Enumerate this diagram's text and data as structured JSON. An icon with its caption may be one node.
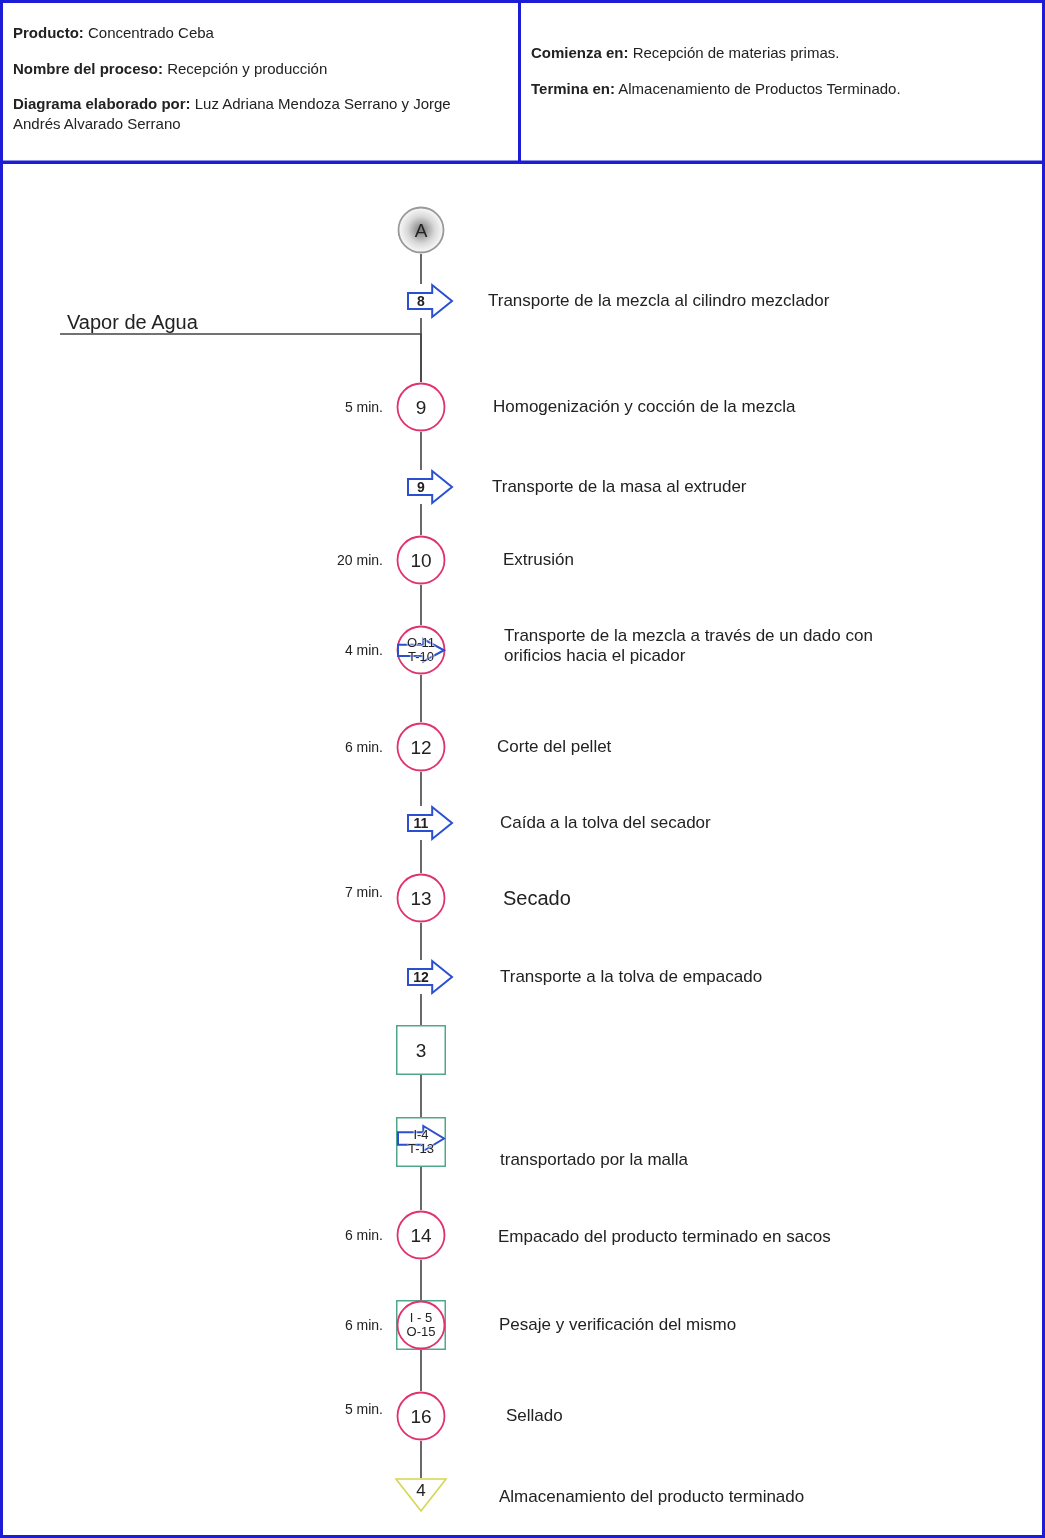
{
  "diagram": {
    "nodes": [
      {
        "text": [
          "**Producto:** Concentrado Ceba",
          "**Nombre del proceso:** Recepción  y producción",
          "**Diagrama elaborado por:** Luz Adriana Mendoza Serrano y Jorge Andrés Alvarado Serrano"
        ]
      },
      {
        "text": [
          "**Comienza en:** Recepción de materias primas.",
          "**Termina en:** Almacenamiento de Productos Terminado."
        ]
      },
      {
        "text": [
          "A"
        ]
      },
      {
        "text": [
          "8"
        ],
        "beside": [
          "Transporte de la mezcla al cilindro mezclador"
        ]
      },
      {
        "text": [
          "Vapor de Agua"
        ]
      },
      {
        "text": [
          "9"
        ],
        "beside": [
          "5 min.",
          "Homogenización y cocción de la mezcla"
        ]
      },
      {
        "text": [
          "9"
        ],
        "beside": [
          "Transporte de la masa al extruder"
        ]
      },
      {
        "text": [
          "10"
        ],
        "beside": [
          "20 min.",
          "Extrusión"
        ]
      },
      {
        "text": [
          "O-11",
          "T-10"
        ],
        "beside": [
          "4 min.",
          "Transporte de la mezcla a través de un dado con orificios hacia el picador"
        ]
      },
      {
        "text": [
          "12"
        ],
        "beside": [
          "6 min.",
          "Corte del pellet"
        ]
      },
      {
        "text": [
          "11"
        ],
        "beside": [
          "Caída a la tolva del secador"
        ]
      },
      {
        "text": [
          "13"
        ],
        "beside": [
          "7 min.",
          "Secado"
        ]
      },
      {
        "text": [
          "12"
        ],
        "beside": [
          "Transporte a la tolva de empacado"
        ]
      },
      {
        "text": [
          "3"
        ]
      },
      {
        "text": [
          "I-4",
          "T-13"
        ],
        "beside": [
          "transportado por la malla"
        ]
      },
      {
        "text": [
          "14"
        ],
        "beside": [
          "6 min.",
          "Empacado del producto terminado en sacos"
        ]
      },
      {
        "text": [
          "I - 5",
          "O-15"
        ],
        "beside": [
          "6 min.",
          "Pesaje y verificación del mismo"
        ]
      },
      {
        "text": [
          "16"
        ],
        "beside": [
          "5 min.",
          "Sellado"
        ]
      },
      {
        "text": [
          "4"
        ],
        "beside": [
          "Almacenamiento del producto terminado"
        ]
      }
    ],
    "edges": [
      {
        "from": 2,
        "to": 3,
        "arrow": "none"
      },
      {
        "from": 3,
        "to": 5,
        "arrow": "none"
      },
      {
        "from": 4,
        "to": 5,
        "arrow": "none"
      },
      {
        "from": 5,
        "to": 6,
        "arrow": "none"
      },
      {
        "from": 6,
        "to": 7,
        "arrow": "none"
      },
      {
        "from": 7,
        "to": 8,
        "arrow": "none"
      },
      {
        "from": 8,
        "to": 9,
        "arrow": "none"
      },
      {
        "from": 9,
        "to": 10,
        "arrow": "none"
      },
      {
        "from": 10,
        "to": 11,
        "arrow": "none"
      },
      {
        "from": 11,
        "to": 12,
        "arrow": "none"
      },
      {
        "from": 12,
        "to": 13,
        "arrow": "none"
      },
      {
        "from": 13,
        "to": 14,
        "arrow": "none"
      },
      {
        "from": 14,
        "to": 15,
        "arrow": "none"
      },
      {
        "from": 15,
        "to": 16,
        "arrow": "none"
      },
      {
        "from": 16,
        "to": 17,
        "arrow": "none"
      },
      {
        "from": 17,
        "to": 18,
        "arrow": "none"
      }
    ]
  }
}
